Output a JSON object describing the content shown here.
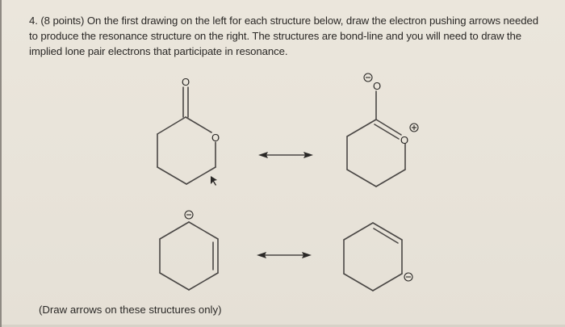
{
  "question": {
    "number": "4.",
    "points": "(8 points)",
    "text": "4. (8 points) On the first drawing on the left for each structure below, draw the electron pushing arrows needed to produce the resonance structure on the right.  The structures are bond-line and you will need to draw the implied lone pair electrons that participate in resonance."
  },
  "structures": [
    {
      "name": "lactone-neutral",
      "position": "top-left",
      "atoms": [
        {
          "symbol": "O",
          "role": "carbonyl-oxygen"
        },
        {
          "symbol": "O",
          "role": "ring-oxygen"
        }
      ],
      "charges": []
    },
    {
      "name": "lactone-resonance",
      "position": "top-right",
      "atoms": [
        {
          "symbol": "O",
          "role": "exocyclic-oxygen",
          "charge": "⊖"
        },
        {
          "symbol": "O",
          "role": "ring-oxygen",
          "charge": "⊕"
        }
      ],
      "charges": [
        "−",
        "+"
      ]
    },
    {
      "name": "allyl-anion-cyclohexene-left",
      "position": "bottom-left",
      "charges": [
        "−"
      ]
    },
    {
      "name": "allyl-anion-cyclohexene-right",
      "position": "bottom-right",
      "charges": [
        "−"
      ]
    }
  ],
  "labels": {
    "o_carbonyl": "O",
    "o_ring": "O",
    "o_minus": "O",
    "o_plus": "O",
    "minus": "−",
    "plus": "+"
  },
  "arrows": [
    {
      "type": "resonance-double-headed",
      "row": 1
    },
    {
      "type": "resonance-double-headed",
      "row": 2
    }
  ],
  "footer": {
    "note": "(Draw arrows on these structures only)"
  },
  "colors": {
    "paper": "#e8e3d9",
    "ink": "#2a2826",
    "bond": "#4a4745"
  }
}
